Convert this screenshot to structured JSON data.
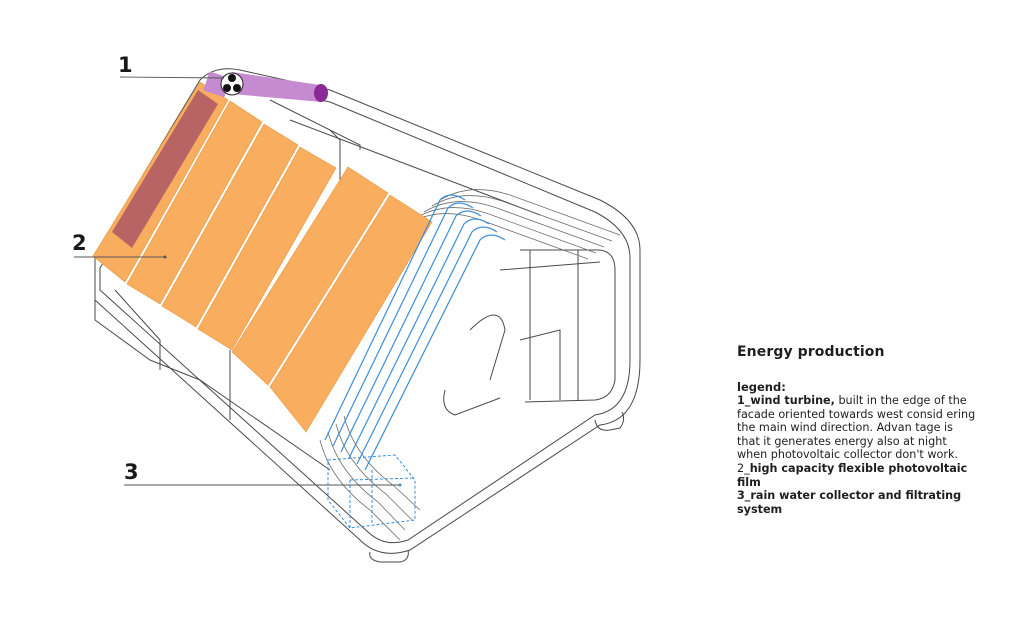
{
  "callouts": [
    "1",
    "2",
    "3"
  ],
  "panel": {
    "title": "Energy production",
    "legend_label": "legend:",
    "items": [
      {
        "label": "1_wind turbine,",
        "text": " built in the edge of the facade oriented towards west consid ering the main wind direction. Advan tage is that it generates energy also at night when photovoltaic collector don't work."
      },
      {
        "prefix": "2_",
        "label": "high capacity flexible photovoltaic film"
      },
      {
        "label": "3_rain water collector and filtrating system"
      }
    ]
  },
  "colors": {
    "outline": "#4a4a4a",
    "pv_film": "#f9ae5f",
    "pv_film_highlight": "#a24b66",
    "turbine": "#c58ad0",
    "turbine_end": "#8a2a96",
    "rain_pipes": "#3a8edc",
    "callout_line": "#555555"
  }
}
